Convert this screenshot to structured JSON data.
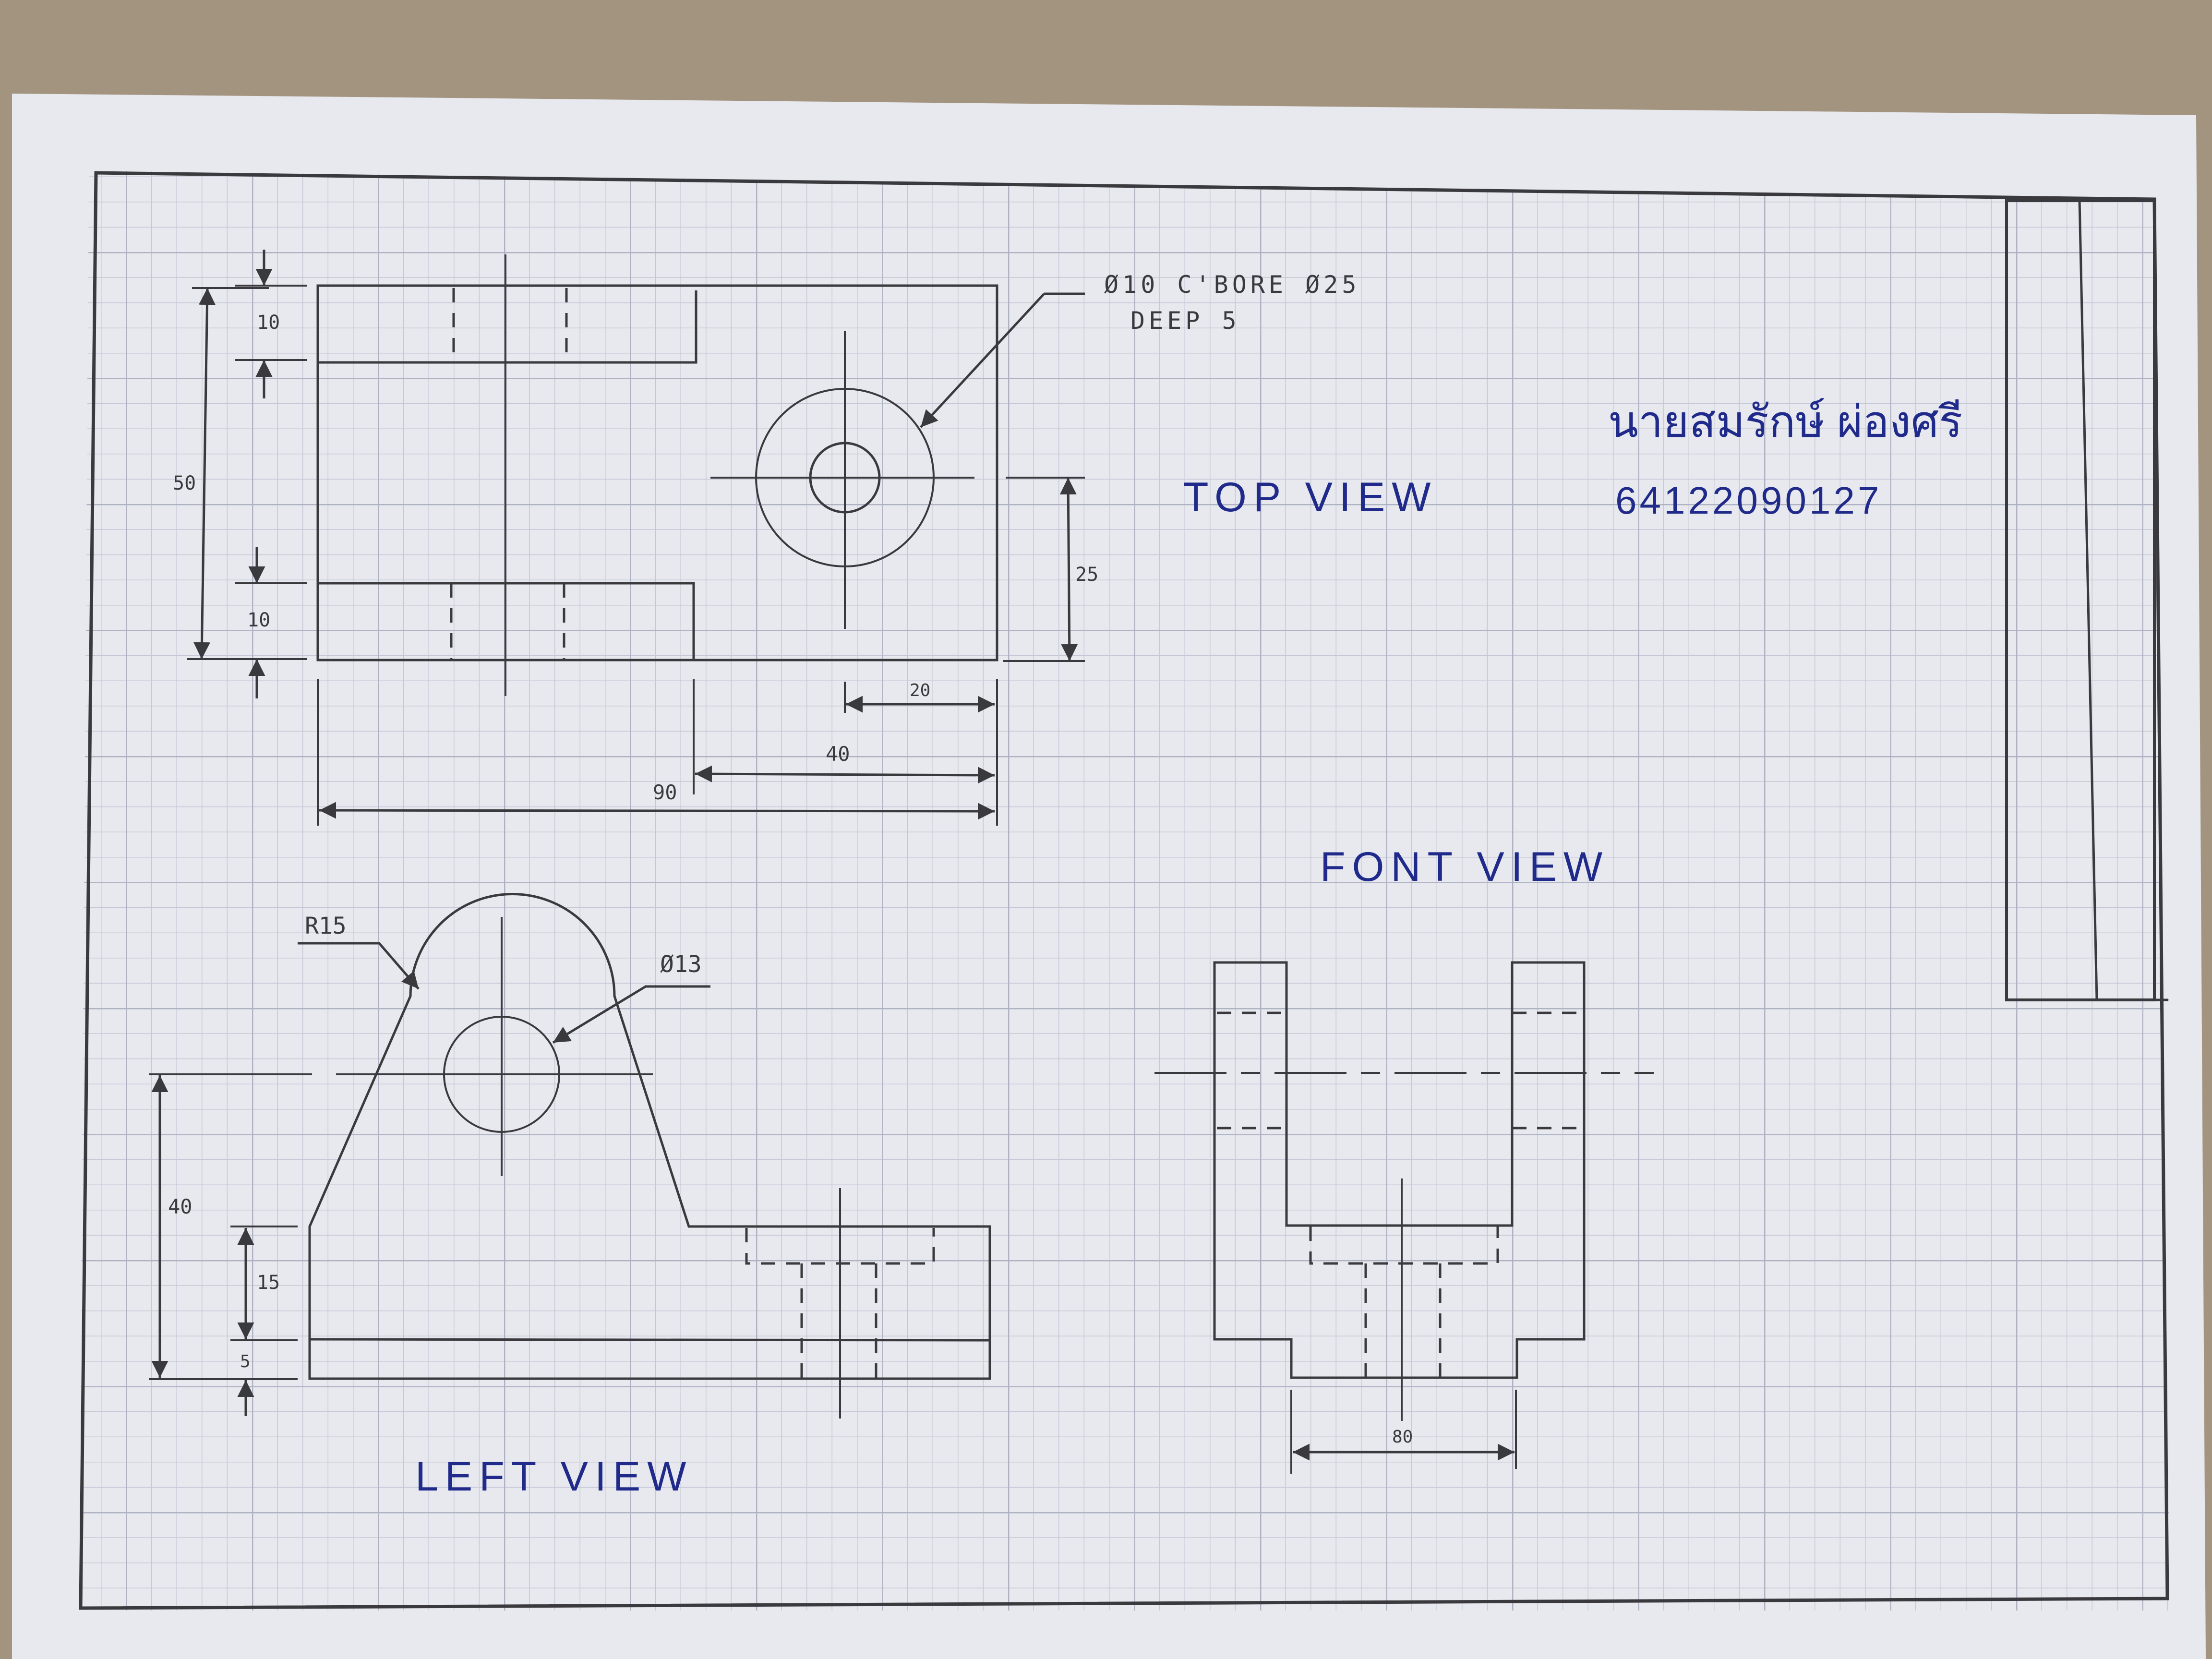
{
  "colors": {
    "background": "#9c8e79",
    "paper": "#e9eaf0",
    "grid": "#b9bccb",
    "pencil": "#3a3a3e",
    "ink": "#1f2a8a"
  },
  "views": {
    "top": "TOP VIEW",
    "front": "FONT VIEW",
    "left": "LEFT VIEW"
  },
  "student": {
    "name": "นายสมรักษ์ ผ่องศรี",
    "id": "64122090127"
  },
  "callouts": {
    "cbore_line1": "Ø10 C'BORE Ø25",
    "cbore_line2": "DEEP 5",
    "radius": "R15",
    "hole_dia": "Ø13"
  },
  "dims": {
    "top_10_a": "10",
    "top_50": "50",
    "top_10_b": "10",
    "top_25": "25",
    "top_20": "20",
    "top_40": "40",
    "top_90": "90",
    "left_40": "40",
    "left_15": "15",
    "left_5": "5",
    "front_80": "80"
  }
}
